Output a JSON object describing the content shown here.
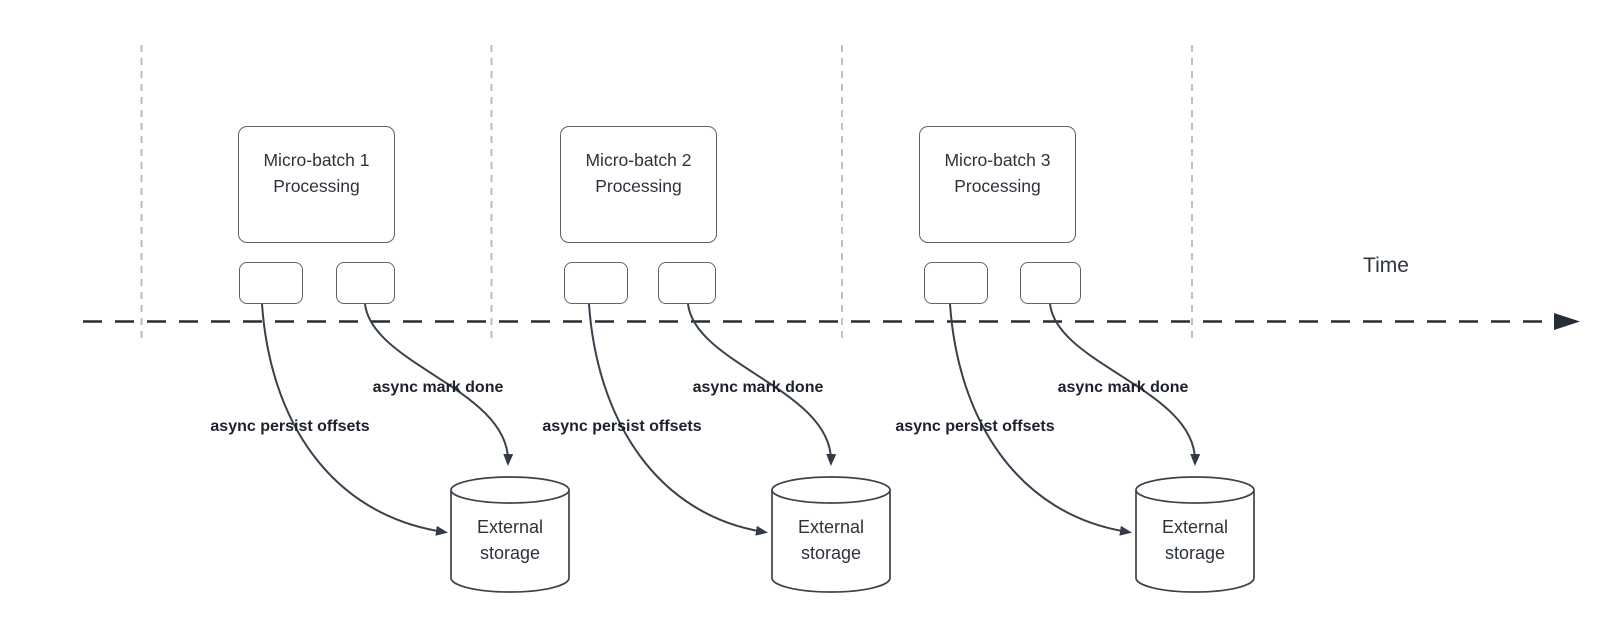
{
  "diagram": {
    "time_axis_label": "Time",
    "groups": [
      {
        "title_line1": "Micro-batch 1",
        "title_line2": "Processing",
        "persist_label": "async persist offsets",
        "mark_done_label": "async mark done",
        "storage_line1": "External",
        "storage_line2": "storage"
      },
      {
        "title_line1": "Micro-batch 2",
        "title_line2": "Processing",
        "persist_label": "async persist offsets",
        "mark_done_label": "async mark done",
        "storage_line1": "External",
        "storage_line2": "storage"
      },
      {
        "title_line1": "Micro-batch 3",
        "title_line2": "Processing",
        "persist_label": "async persist offsets",
        "mark_done_label": "async mark done",
        "storage_line1": "External",
        "storage_line2": "storage"
      }
    ],
    "colors": {
      "background": "#ffffff",
      "arrow_stroke": "#3a414d",
      "timeline_stroke": "#272d37",
      "guide_line": "#b8b8b8",
      "box_border": "#5f6368",
      "box_text": "#2d333c",
      "label_text": "#1c212b"
    }
  }
}
